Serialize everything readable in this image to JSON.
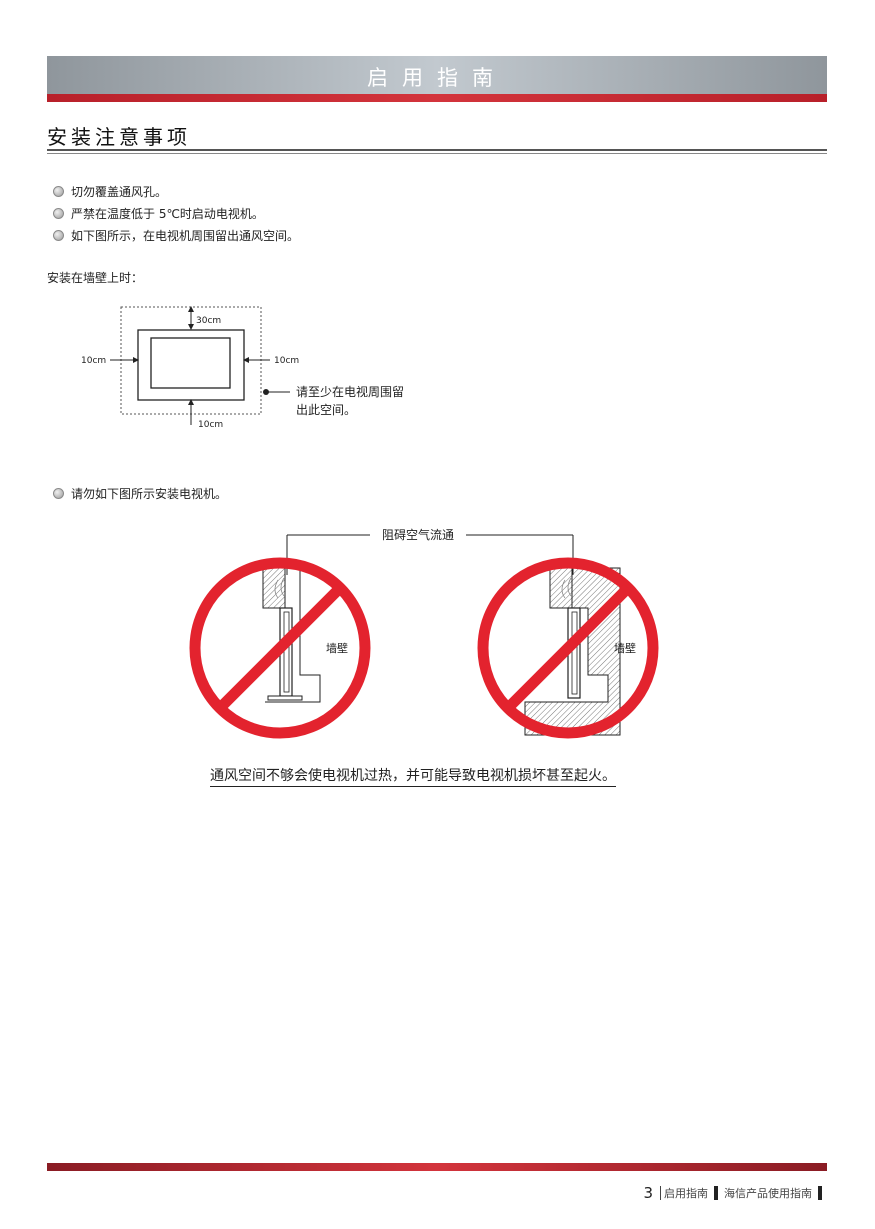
{
  "header": {
    "title": "启用指南"
  },
  "section": {
    "title": "安装注意事项"
  },
  "bullets": [
    "切勿覆盖通风孔。",
    "严禁在温度低于 5℃时启动电视机。",
    "如下图所示，在电视机周围留出通风空间。"
  ],
  "wall_mount": {
    "label": "安装在墙壁上时：",
    "top": "30cm",
    "left": "10cm",
    "right": "10cm",
    "bottom": "10cm",
    "note_line1": "请至少在电视周围留",
    "note_line2": "出此空间。"
  },
  "warning_bullet": "请勿如下图所示安装电视机。",
  "blocked": {
    "label": "阻碍空气流通",
    "wall_left": "墙壁",
    "wall_right": "墙壁"
  },
  "caption": "通风空间不够会使电视机过热，并可能导致电视机损坏甚至起火。",
  "footer": {
    "page_number": "3",
    "section": "启用指南",
    "book": "海信产品使用指南"
  },
  "colors": {
    "accent_red": "#d3343c",
    "prohibition_red": "#e3232e"
  }
}
